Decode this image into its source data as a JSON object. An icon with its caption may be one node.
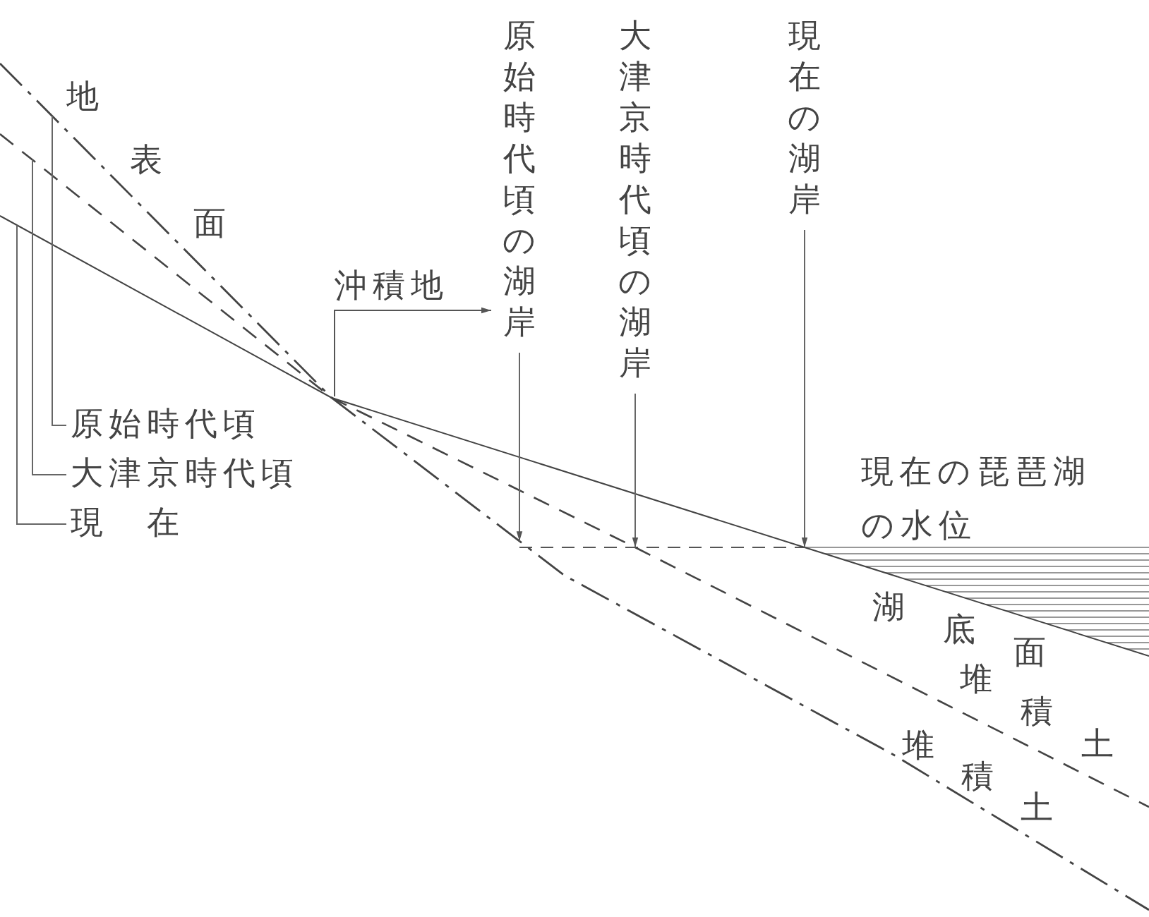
{
  "diagram": {
    "nodes": [
      {
        "text": [
          "原始時代頃の湖岸"
        ]
      },
      {
        "text": [
          "大津京時代頃の湖岸"
        ]
      },
      {
        "text": [
          "現在の湖岸"
        ]
      },
      {
        "text": [
          "原始時代頃"
        ]
      },
      {
        "text": [
          "大津京時代頃"
        ]
      },
      {
        "text": [
          "現　在"
        ]
      }
    ],
    "edges": [
      {
        "from": 0,
        "to": null,
        "arrow": "to"
      },
      {
        "from": 1,
        "to": null,
        "arrow": "to"
      },
      {
        "from": 2,
        "to": null,
        "arrow": "to"
      },
      {
        "from": 3,
        "to": null,
        "arrow": "none"
      },
      {
        "from": 4,
        "to": null,
        "arrow": "none"
      },
      {
        "from": 5,
        "to": null,
        "arrow": "none"
      }
    ],
    "labels": [
      "地表面",
      "沖積地",
      "現在の琵琶湖の水位",
      "湖底面",
      "堆積土",
      "堆積土"
    ]
  }
}
